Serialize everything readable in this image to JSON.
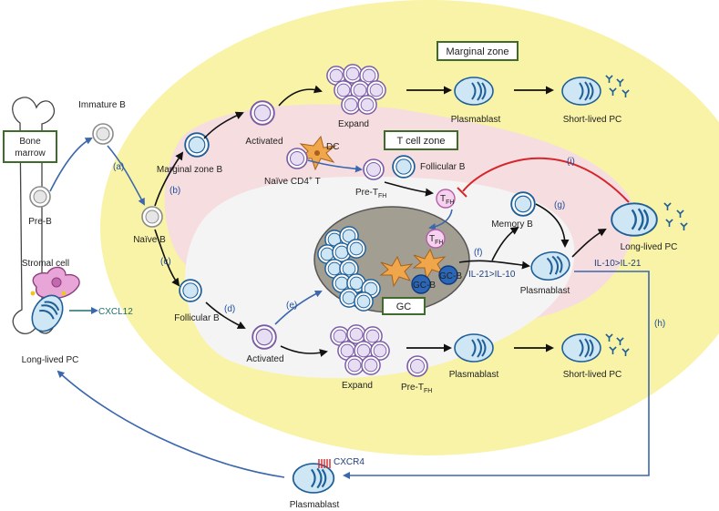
{
  "colors": {
    "yellow_region": "#f8f3a6",
    "pink_region": "#f6dde0",
    "white_region": "#f4f4f4",
    "gc_body": "#a39e92",
    "blue_arrow": "#3b67ad",
    "red_arrow": "#d7262b",
    "box_border": "#3f6b2b",
    "b_cell_fill": "#cfe6f5",
    "b_cell_border": "#1f5f98",
    "purple_cell": "#7a5aa5",
    "dc_fill": "#f0a64a",
    "cxcl12_color": "#1f6f6f"
  },
  "boxes": {
    "bone_marrow": "Bone marrow",
    "marginal_zone": "Marginal zone",
    "t_cell_zone": "T cell zone",
    "gc": "GC"
  },
  "cells": {
    "immature_b": "Immature B",
    "pre_b": "Pre-B",
    "naive_b": "Naïve B",
    "marginal_zone_b": "Marginal zone B",
    "activated_top": "Activated",
    "expand_top": "Expand",
    "plasmablast_top": "Plasmablast",
    "short_lived_pc_top": "Short-lived PC",
    "dc": "DC",
    "naive_cd4_t": "Naïve CD4",
    "naive_cd4_t_sup": "+",
    "naive_cd4_t_suffix": " T",
    "pre_tfh_top": "Pre-T",
    "fh_sub": "FH",
    "follicular_b_top": "Follicular B",
    "tfh": "T",
    "memory_b": "Memory B",
    "long_lived_pc_right": "Long-lived PC",
    "plasmablast_mid": "Plasmablast",
    "follicular_b_left": "Follicular B",
    "activated_bottom": "Activated",
    "expand_bottom": "Expand",
    "pre_tfh_bottom": "Pre-T",
    "plasmablast_bottom": "Plasmablast",
    "short_lived_pc_bottom": "Short-lived PC",
    "stromal_cell": "Stromal cell",
    "long_lived_pc_left": "Long-lived PC",
    "plasmablast_return": "Plasmablast",
    "gc_b_1": "GC-B",
    "gc_b_2": "GC-B"
  },
  "molecules": {
    "cxcl12": "CXCL12",
    "cxcr4": "CXCR4",
    "il21_gt_il10": "IL-21>IL-10",
    "il10_gt_il21": "IL-10>IL-21"
  },
  "steps": {
    "a": "(a)",
    "b": "(b)",
    "c": "(c)",
    "d": "(d)",
    "e": "(e)",
    "f": "(f)",
    "g": "(g)",
    "h": "(h)",
    "i": "(i)"
  }
}
